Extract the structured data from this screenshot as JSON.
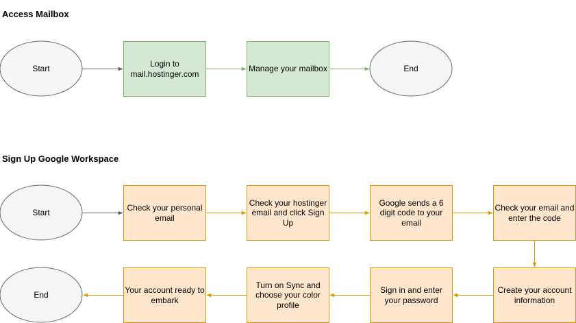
{
  "sections": {
    "access": {
      "title": "Access Mailbox",
      "nodes": {
        "start": "Start",
        "login": "Login to mail.hostinger.com",
        "manage": "Manage your mailbox",
        "end": "End"
      }
    },
    "signup": {
      "title": "Sign Up Google Workspace",
      "nodes": {
        "start": "Start",
        "check_personal": "Check your personal email",
        "check_hostinger": "Check your hostinger email and click Sign Up",
        "google_code": "Google sends a 6 digit code to your email",
        "enter_code": "Check your email and enter the code",
        "create_account": "Create your account information",
        "sign_in": "Sign in and enter your password",
        "sync": "Turn on Sync and choose your color profile",
        "ready": "Your account ready to embark",
        "end": "End"
      }
    }
  },
  "colors": {
    "green_fill": "#d5e8d4",
    "green_stroke": "#82b366",
    "orange_fill": "#ffe6cc",
    "orange_stroke": "#d79b00",
    "ellipse_fill": "#f5f5f5",
    "ellipse_stroke": "#666666"
  }
}
